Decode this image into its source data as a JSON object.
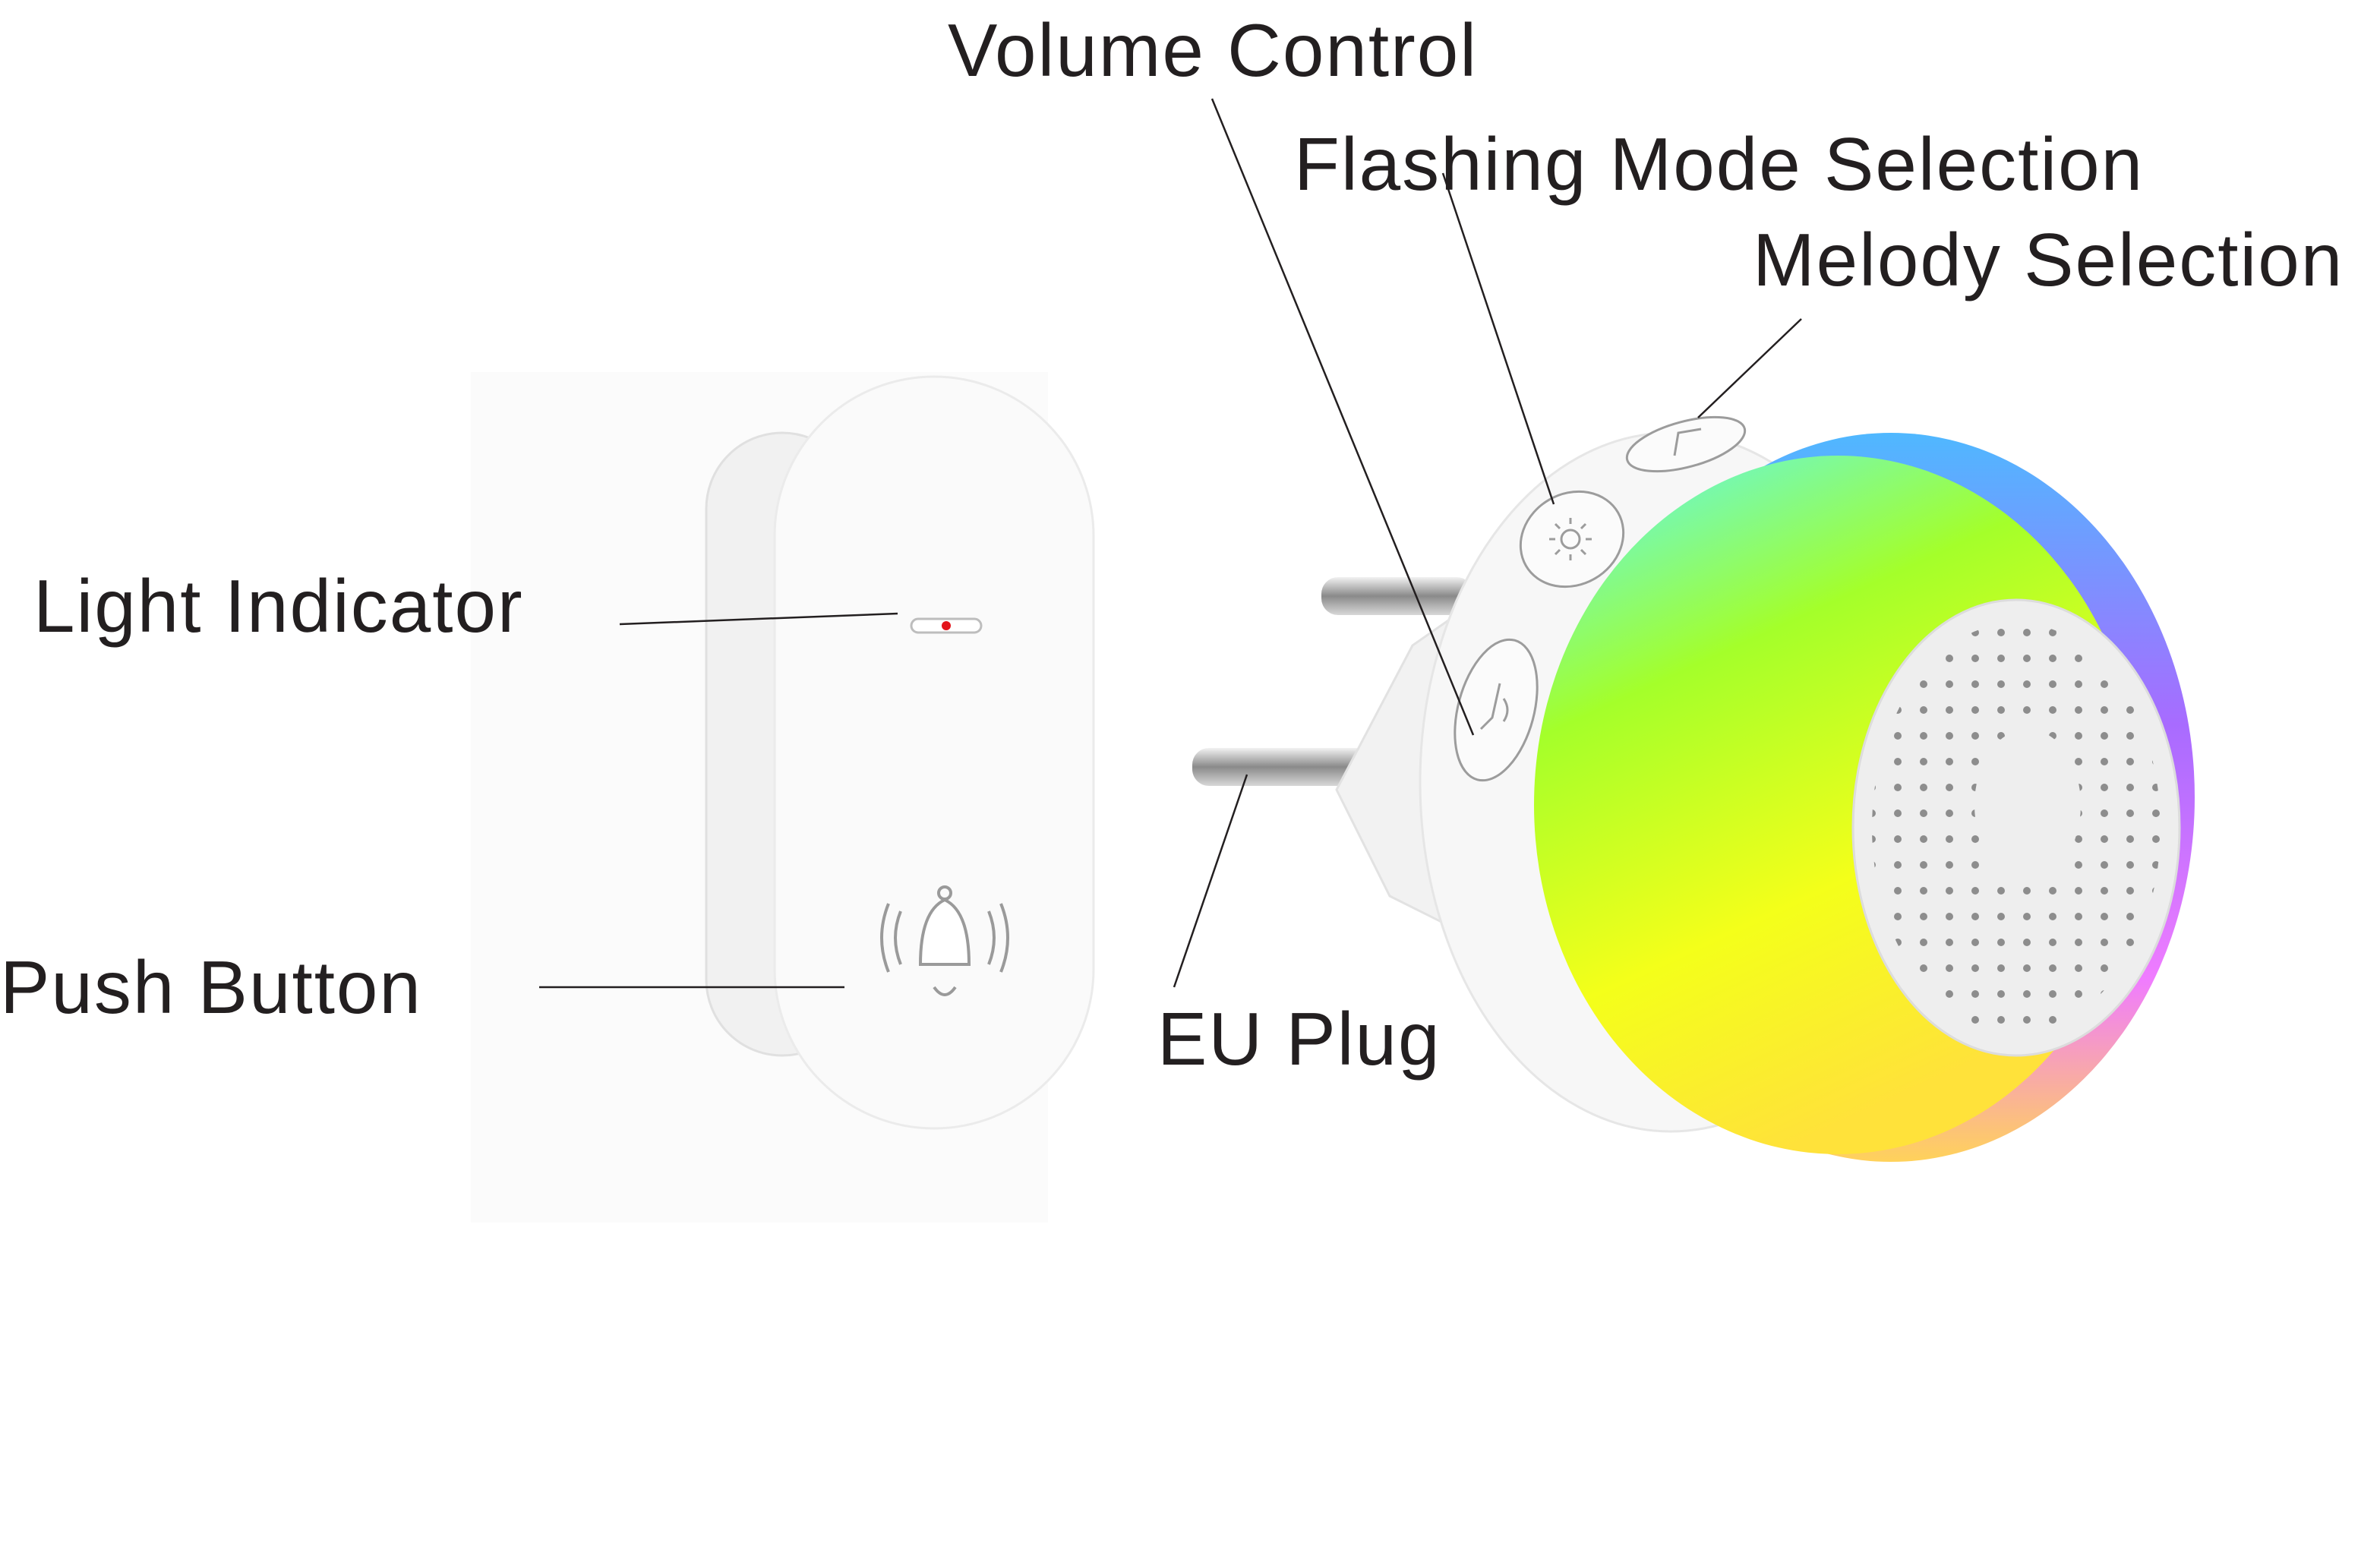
{
  "labels": {
    "volume_control": "Volume Control",
    "flashing_mode_selection": "Flashing Mode Selection",
    "melody_selection": "Melody Selection",
    "light_indicator": "Light Indicator",
    "push_button": "Push Button",
    "eu_plug": "EU Plug"
  },
  "colors": {
    "text": "#231f20",
    "indicator": "#e3141b",
    "glow_green": "#9cff2a",
    "glow_yellow": "#fff21a",
    "glow_cyan": "#5cf4ff",
    "glow_purple": "#b36bff"
  }
}
